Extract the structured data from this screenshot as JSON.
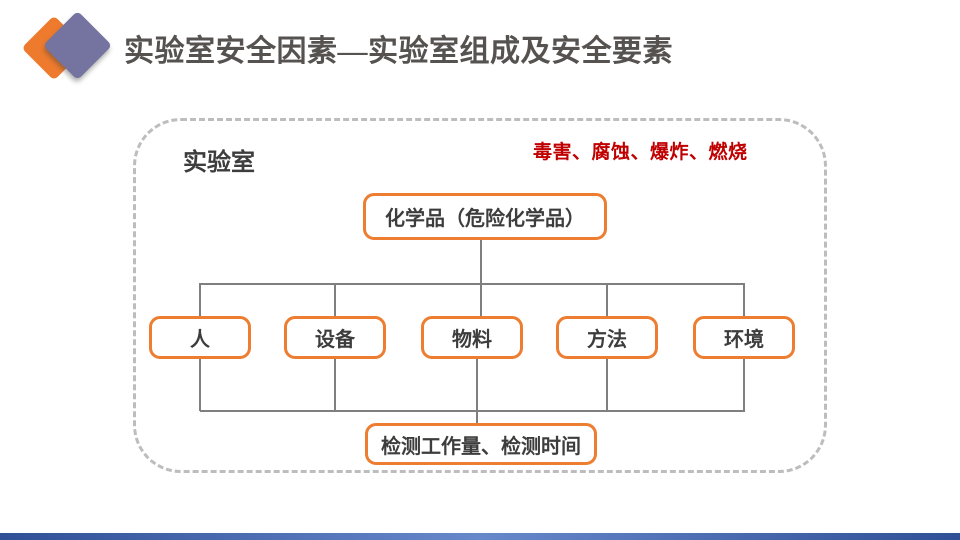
{
  "slide": {
    "title": "实验室安全因素—实验室组成及安全要素",
    "hazards_text": "毒害、腐蚀、爆炸、燃烧"
  },
  "container": {
    "label": "实验室"
  },
  "diagram": {
    "top": {
      "label": "化学品（危险化学品）"
    },
    "row": [
      {
        "label": "人"
      },
      {
        "label": "设备"
      },
      {
        "label": "物料"
      },
      {
        "label": "方法"
      },
      {
        "label": "环境"
      }
    ],
    "bottom": {
      "label": "检测工作量、检测时间"
    }
  },
  "icons": {
    "logo_back": "orange-diamond-icon",
    "logo_front": "purple-diamond-icon"
  },
  "colors": {
    "accent_orange": "#ED7D31",
    "logo_orange": "#EE7B2D",
    "logo_purple": "#75739F",
    "hazard_red": "#C00000",
    "connector_gray": "#7F7F7F",
    "dashed_border_gray": "#BDBDBD",
    "title_gray": "#555250",
    "footer_blue_dark": "#2F4F96",
    "footer_blue_light": "#6888CC"
  }
}
